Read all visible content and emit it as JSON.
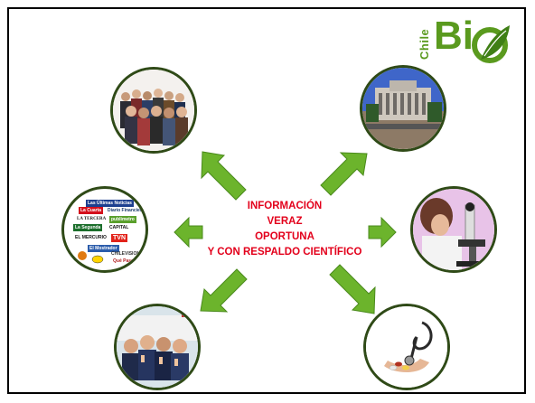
{
  "logo": {
    "small_text": "Chile",
    "big_text": "Bi",
    "colors": {
      "green": "#5a9a1e",
      "leaf": "#3f7f15"
    }
  },
  "center_text": {
    "line1": "INFORMACIÓN",
    "line2": "VERAZ",
    "line3": "OPORTUNA",
    "line4": "Y CON RESPALDO CIENTÍFICO",
    "color": "#e3001b"
  },
  "arrow_color": "#6cb42c",
  "nodes": {
    "crowd": {
      "icon": "crowd-of-people-photo"
    },
    "building": {
      "icon": "government-building-photo"
    },
    "media": {
      "icon": "media-logos-collage",
      "logos": [
        "Las Últimas Noticias",
        "La Cuarta",
        "Diario Financiero",
        "LA TERCERA",
        "publimetro",
        "La Segunda",
        "CAPITAL",
        "EL MERCURIO",
        "TVN",
        "El Mostrador",
        "CHILEVISION",
        "Qué Pasa"
      ]
    },
    "microscope": {
      "icon": "scientist-microscope-photo"
    },
    "students": {
      "icon": "students-thumbs-up-photo"
    },
    "health": {
      "icon": "stethoscope-pills-photo"
    }
  }
}
